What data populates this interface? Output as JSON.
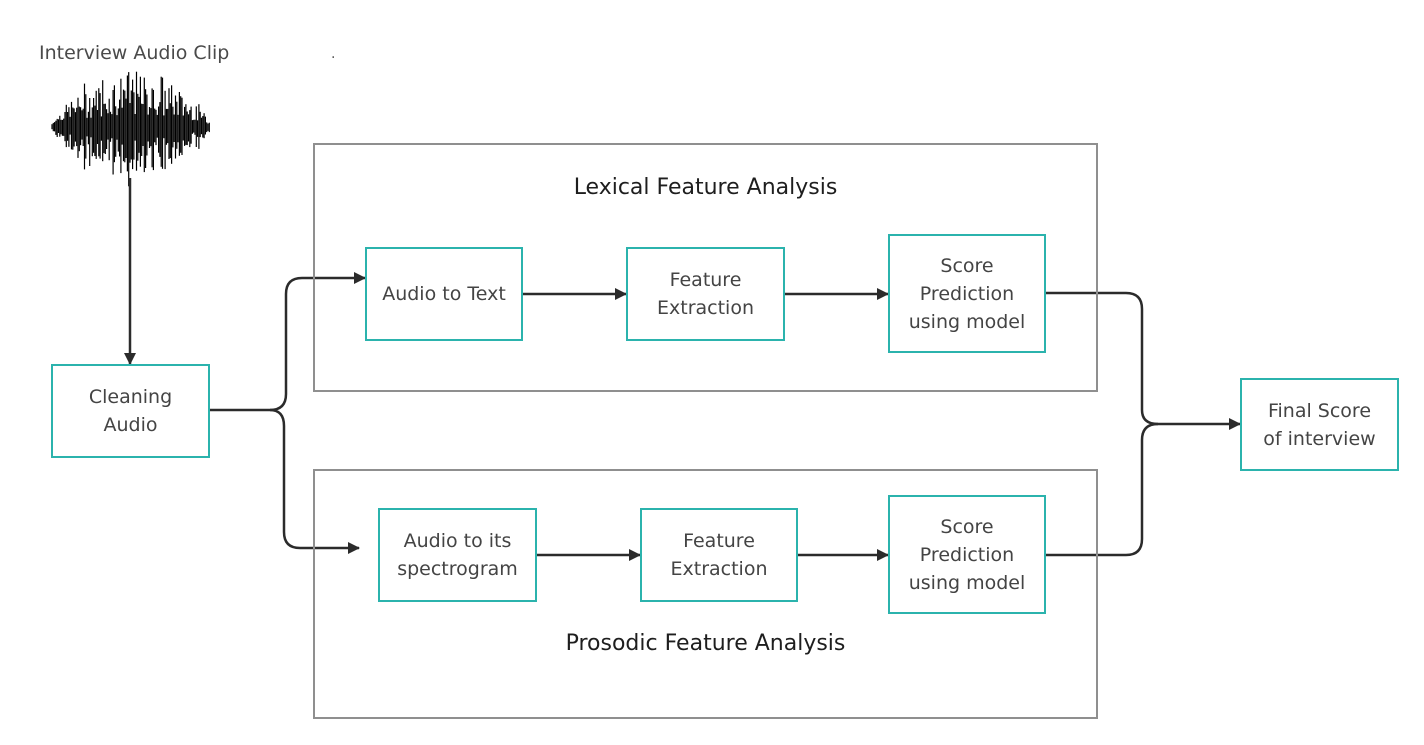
{
  "source": {
    "label": "Interview Audio Clip",
    "dot": ".",
    "icon": "audio-waveform-icon"
  },
  "groups": {
    "lexical": {
      "title": "Lexical Feature Analysis"
    },
    "prosodic": {
      "title": "Prosodic Feature Analysis"
    }
  },
  "nodes": {
    "cleaning": "Cleaning\nAudio",
    "lex_audio_to_text": "Audio to Text",
    "lex_feature_extraction": "Feature\nExtraction",
    "lex_score_prediction": "Score\nPrediction\nusing model",
    "pro_audio_to_spectrogram": "Audio to  its\nspectrogram",
    "pro_feature_extraction": "Feature\nExtraction",
    "pro_score_prediction": "Score\nPrediction\nusing model",
    "final_score": "Final Score\nof interview"
  },
  "colors": {
    "node_border": "#2bb3ad",
    "group_border": "#8f8f8f",
    "connector": "#2b2b2b"
  }
}
